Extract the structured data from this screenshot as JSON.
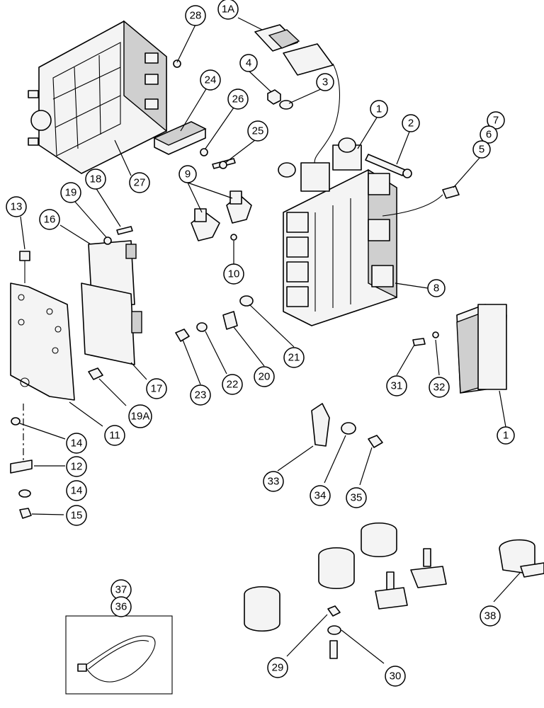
{
  "callouts": [
    {
      "id": "c28",
      "text": "28"
    },
    {
      "id": "c1a",
      "text": "1A"
    },
    {
      "id": "c4",
      "text": "4"
    },
    {
      "id": "c3",
      "text": "3"
    },
    {
      "id": "c24",
      "text": "24"
    },
    {
      "id": "c26",
      "text": "26"
    },
    {
      "id": "c25",
      "text": "25"
    },
    {
      "id": "c1t",
      "text": "1"
    },
    {
      "id": "c2",
      "text": "2"
    },
    {
      "id": "c7",
      "text": "7"
    },
    {
      "id": "c6",
      "text": "6"
    },
    {
      "id": "c5",
      "text": "5"
    },
    {
      "id": "c27",
      "text": "27"
    },
    {
      "id": "c9",
      "text": "9"
    },
    {
      "id": "c13",
      "text": "13"
    },
    {
      "id": "c19",
      "text": "19"
    },
    {
      "id": "c18",
      "text": "18"
    },
    {
      "id": "c16",
      "text": "16"
    },
    {
      "id": "c10",
      "text": "10"
    },
    {
      "id": "c8",
      "text": "8"
    },
    {
      "id": "c21",
      "text": "21"
    },
    {
      "id": "c20",
      "text": "20"
    },
    {
      "id": "c22",
      "text": "22"
    },
    {
      "id": "c23",
      "text": "23"
    },
    {
      "id": "c17",
      "text": "17"
    },
    {
      "id": "c19a",
      "text": "19A"
    },
    {
      "id": "c11",
      "text": "11"
    },
    {
      "id": "c31",
      "text": "31"
    },
    {
      "id": "c32",
      "text": "32"
    },
    {
      "id": "c1b",
      "text": "1"
    },
    {
      "id": "c14a",
      "text": "14"
    },
    {
      "id": "c12",
      "text": "12"
    },
    {
      "id": "c14b",
      "text": "14"
    },
    {
      "id": "c15",
      "text": "15"
    },
    {
      "id": "c33",
      "text": "33"
    },
    {
      "id": "c34",
      "text": "34"
    },
    {
      "id": "c35",
      "text": "35"
    },
    {
      "id": "c37",
      "text": "37"
    },
    {
      "id": "c36",
      "text": "36"
    },
    {
      "id": "c38",
      "text": "38"
    },
    {
      "id": "c29",
      "text": "29"
    },
    {
      "id": "c30",
      "text": "30"
    }
  ]
}
